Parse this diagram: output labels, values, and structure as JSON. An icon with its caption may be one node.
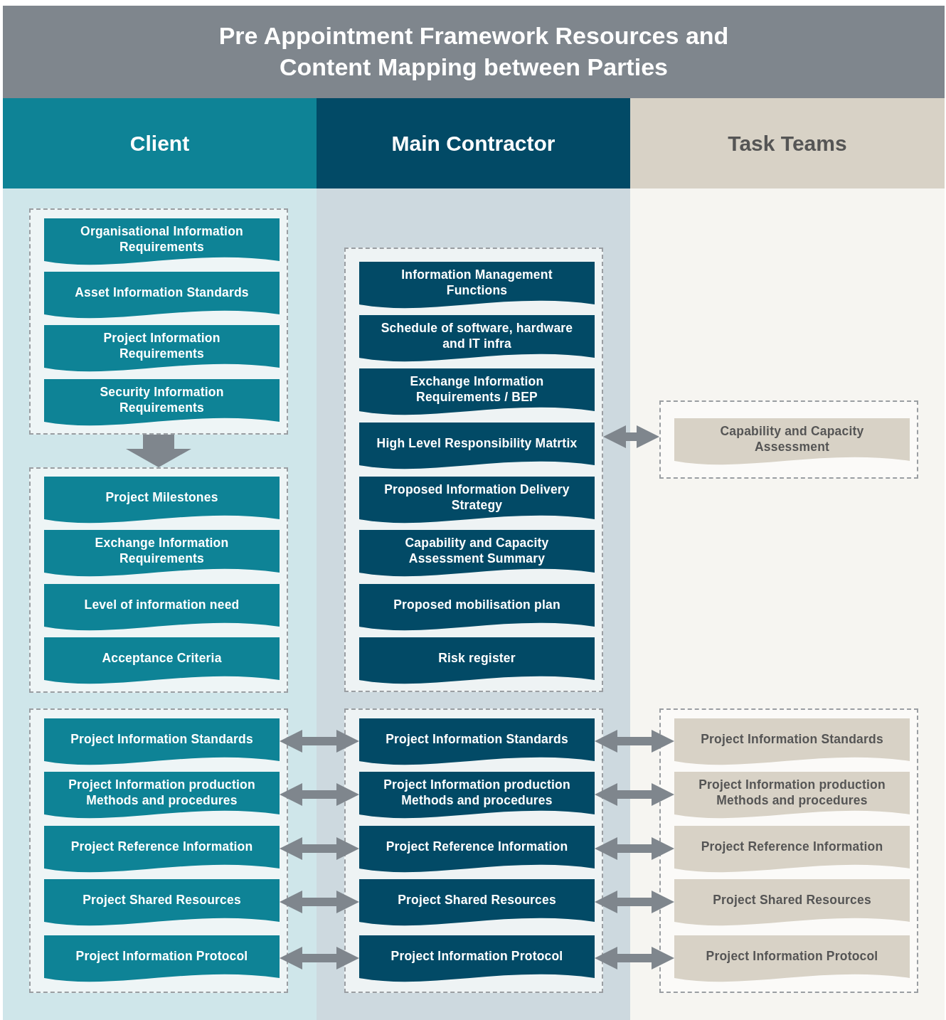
{
  "diagram": {
    "title": "Pre Appointment Framework Resources and Content Mapping between Parties",
    "nodes": [
      {
        "text": [
          "Client"
        ]
      },
      {
        "text": [
          "Main Contractor"
        ]
      },
      {
        "text": [
          "Task Teams"
        ]
      },
      {
        "text": [],
        "shape": "box",
        "in": 0
      },
      {
        "text": [
          "Organisational Information Requirements"
        ],
        "in": 3
      },
      {
        "text": [
          "Asset Information Standards"
        ],
        "in": 3
      },
      {
        "text": [
          "Project Information Requirements"
        ],
        "in": 3
      },
      {
        "text": [
          "Security Information Requirements"
        ],
        "in": 3
      },
      {
        "text": [],
        "shape": "box",
        "in": 0
      },
      {
        "text": [
          "Project Milestones"
        ],
        "in": 8
      },
      {
        "text": [
          "Exchange Information Requirements"
        ],
        "in": 8
      },
      {
        "text": [
          "Level of information need"
        ],
        "in": 8
      },
      {
        "text": [
          "Acceptance Criteria"
        ],
        "in": 8
      },
      {
        "text": [],
        "shape": "box",
        "in": 0
      },
      {
        "text": [
          "Project Information Standards"
        ],
        "in": 13
      },
      {
        "text": [
          "Project Information production Methods and procedures"
        ],
        "in": 13
      },
      {
        "text": [
          "Project Reference Information"
        ],
        "in": 13
      },
      {
        "text": [
          "Project Shared Resources"
        ],
        "in": 13
      },
      {
        "text": [
          "Project Information Protocol"
        ],
        "in": 13
      },
      {
        "text": [],
        "shape": "box",
        "in": 1
      },
      {
        "text": [
          "Information Management Functions"
        ],
        "in": 19
      },
      {
        "text": [
          "Schedule of software, hardware and IT infra"
        ],
        "in": 19
      },
      {
        "text": [
          "Exchange Information Requirements / BEP"
        ],
        "in": 19
      },
      {
        "text": [
          "High Level Responsibility Matrtix"
        ],
        "in": 19
      },
      {
        "text": [
          "Proposed Information Delivery Strategy"
        ],
        "in": 19
      },
      {
        "text": [
          "Capability and Capacity Assessment Summary"
        ],
        "in": 19
      },
      {
        "text": [
          "Proposed mobilisation plan"
        ],
        "in": 19
      },
      {
        "text": [
          "Risk register"
        ],
        "in": 19
      },
      {
        "text": [],
        "shape": "box",
        "in": 1
      },
      {
        "text": [
          "Project Information Standards"
        ],
        "in": 28
      },
      {
        "text": [
          "Project Information production Methods and procedures"
        ],
        "in": 28
      },
      {
        "text": [
          "Project Reference Information"
        ],
        "in": 28
      },
      {
        "text": [
          "Project Shared Resources"
        ],
        "in": 28
      },
      {
        "text": [
          "Project Information Protocol"
        ],
        "in": 28
      },
      {
        "text": [],
        "shape": "box",
        "in": 2
      },
      {
        "text": [
          "Capability and Capacity Assessment"
        ],
        "in": 34
      },
      {
        "text": [],
        "shape": "box",
        "in": 2
      },
      {
        "text": [
          "Project Information Standards"
        ],
        "in": 36
      },
      {
        "text": [
          "Project Information production Methods and procedures"
        ],
        "in": 36
      },
      {
        "text": [
          "Project Reference Information"
        ],
        "in": 36
      },
      {
        "text": [
          "Project Shared Resources"
        ],
        "in": 36
      },
      {
        "text": [
          "Project Information Protocol"
        ],
        "in": 36
      }
    ],
    "edges": [
      {
        "from": 3,
        "to": 8,
        "arrow": "to"
      },
      {
        "from": 19,
        "to": 34,
        "arrow": "both"
      },
      {
        "from": 14,
        "to": 29,
        "arrow": "both"
      },
      {
        "from": 15,
        "to": 30,
        "arrow": "both"
      },
      {
        "from": 16,
        "to": 31,
        "arrow": "both"
      },
      {
        "from": 17,
        "to": 32,
        "arrow": "both"
      },
      {
        "from": 18,
        "to": 33,
        "arrow": "both"
      },
      {
        "from": 29,
        "to": 37,
        "arrow": "both"
      },
      {
        "from": 30,
        "to": 38,
        "arrow": "both"
      },
      {
        "from": 31,
        "to": 39,
        "arrow": "both"
      },
      {
        "from": 32,
        "to": 40,
        "arrow": "both"
      },
      {
        "from": 33,
        "to": 41,
        "arrow": "both"
      }
    ]
  }
}
